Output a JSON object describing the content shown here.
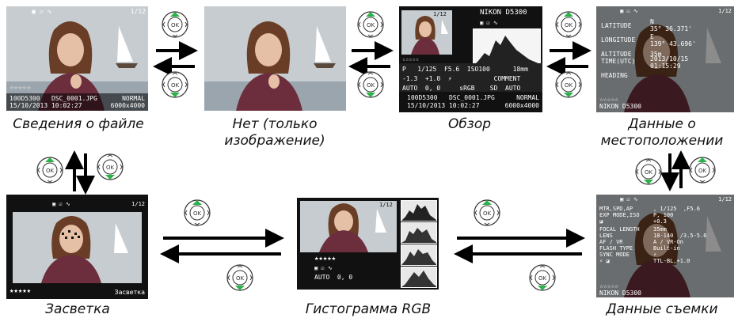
{
  "captions": {
    "file_info": "Сведения о файле",
    "none_line1": "Нет (только",
    "none_line2": "изображение)",
    "overview": "Обзор",
    "location_line1": "Данные о",
    "location_line2": "местоположении",
    "highlights": "Засветка",
    "rgb_histogram": "Гистограмма RGB",
    "shooting_data": "Данные съемки"
  },
  "screens": {
    "file_info": {
      "frame": "1/12",
      "stars": "☆☆☆☆☆",
      "line1_left": "100D5300   DSC_0001.JPG",
      "line1_right": "NORMAL",
      "line2_left": "15/10/2013 10:02:27",
      "line2_right": "6000x4000"
    },
    "overview": {
      "frame": "1/12",
      "camera": "NIKON D5300",
      "row1": "P   1/125  F5.6  ISO100      18mm",
      "row2": "-1.3  +1.0  ⚡           COMMENT",
      "row3": "AUTO  0, 0     sRGB    SD  AUTO",
      "line1_left": "100D5300   DSC_0001.JPG",
      "line1_right": "NORMAL",
      "line2_left": "15/10/2013 10:02:27",
      "line2_right": "6000x4000",
      "stars": "☆☆☆☆☆"
    },
    "location": {
      "frame": "1/12",
      "labels": [
        "LATITUDE",
        "LONGITUDE",
        "ALTITUDE",
        "TIME(UTC)",
        "HEADING"
      ],
      "values": [
        "N\n35° 36.371'",
        "E\n139° 43.696'",
        "35m",
        "2013/10/15\n01:15:29",
        ""
      ],
      "stars": "☆☆☆☆☆",
      "camera": "NIKON D5300"
    },
    "highlights": {
      "frame": "1/12",
      "stars": "★★★★★",
      "label": "Засветка"
    },
    "rgb": {
      "frame": "1/12",
      "stars": "★★★★★",
      "wb": "AUTO  0, 0"
    },
    "shooting": {
      "frame": "1/12",
      "labels": [
        "MTR,SPD,AP",
        "EXP MODE,ISO",
        "",
        "FOCAL LENGTH",
        "LENS",
        "AF / VR",
        "FLASH TYPE",
        "SYNC MODE",
        ""
      ],
      "values": [
        ", 1/125  ,F5.6",
        "P, 100",
        "+0.3",
        "35mm",
        "18-140  /3.5-5.6",
        "A / VR-On",
        "Built-in",
        "",
        "TTL-BL,+1.0"
      ],
      "stars": "☆☆☆☆☆",
      "camera": "NIKON D5300"
    }
  },
  "dial": {
    "center_label": "OK",
    "accent_color": "#2bb34a"
  }
}
